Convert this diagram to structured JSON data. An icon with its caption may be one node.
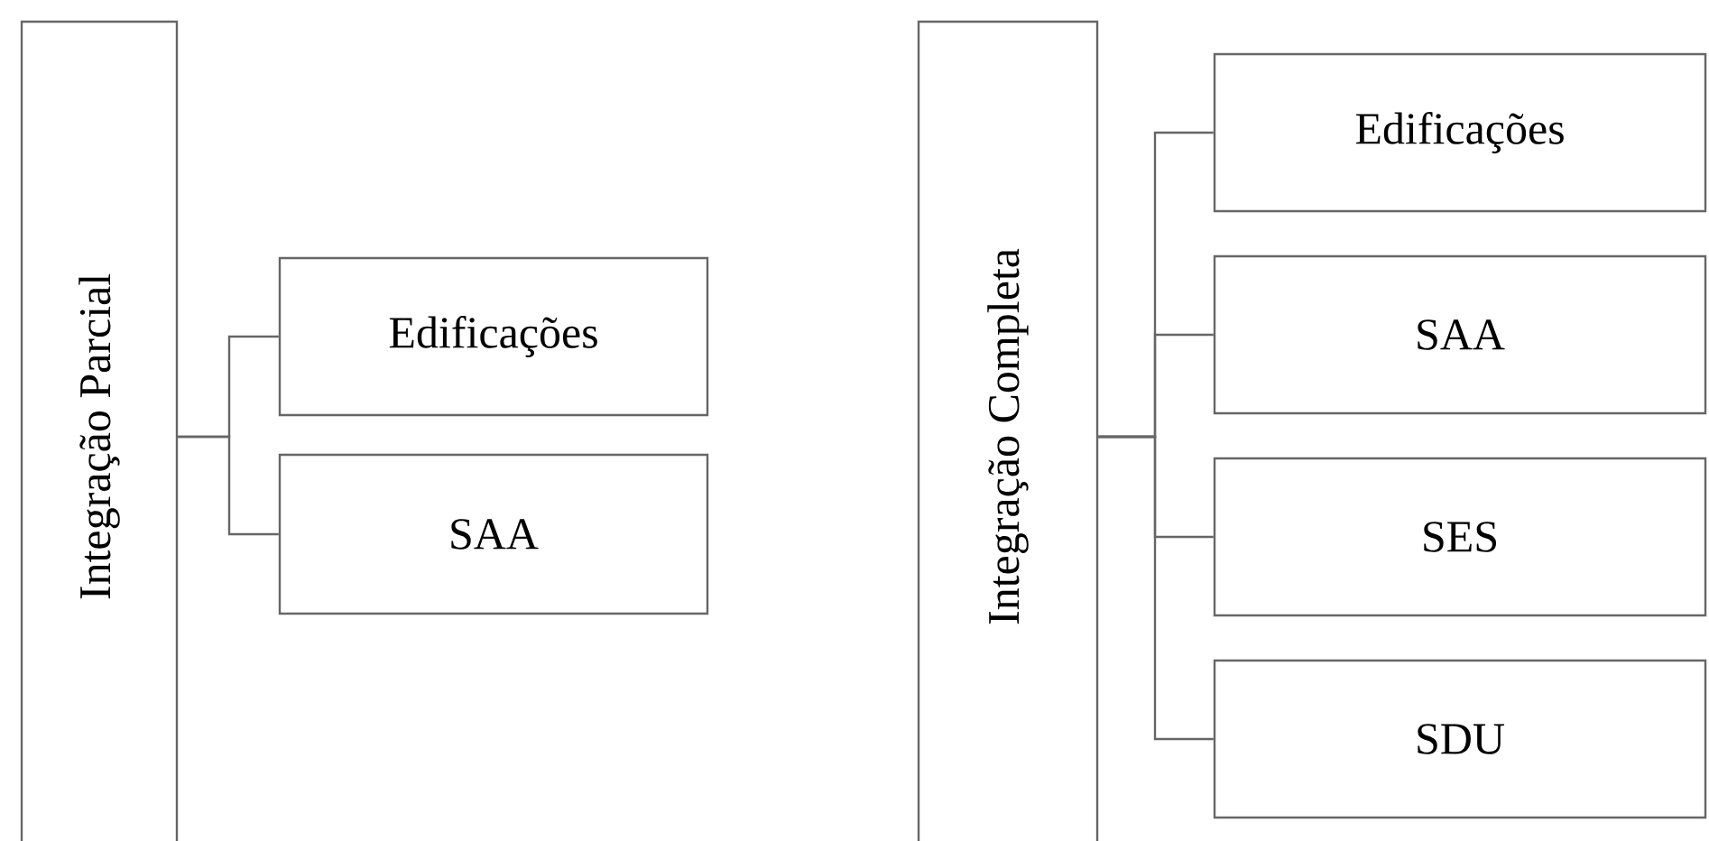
{
  "diagram": {
    "nodes": [
      {
        "text": [
          "Integração Parcial"
        ]
      },
      {
        "text": [
          "Edificações"
        ]
      },
      {
        "text": [
          "SAA"
        ]
      },
      {
        "text": [
          "Integração Completa"
        ]
      },
      {
        "text": [
          "Edificações"
        ]
      },
      {
        "text": [
          "SAA"
        ]
      },
      {
        "text": [
          "SES"
        ]
      },
      {
        "text": [
          "SDU"
        ]
      }
    ],
    "edges": [
      {
        "from": 0,
        "to": 1,
        "arrow": "none"
      },
      {
        "from": 0,
        "to": 2,
        "arrow": "none"
      },
      {
        "from": 3,
        "to": 4,
        "arrow": "none"
      },
      {
        "from": 3,
        "to": 5,
        "arrow": "none"
      },
      {
        "from": 3,
        "to": 6,
        "arrow": "none"
      },
      {
        "from": 3,
        "to": 7,
        "arrow": "none"
      }
    ]
  }
}
